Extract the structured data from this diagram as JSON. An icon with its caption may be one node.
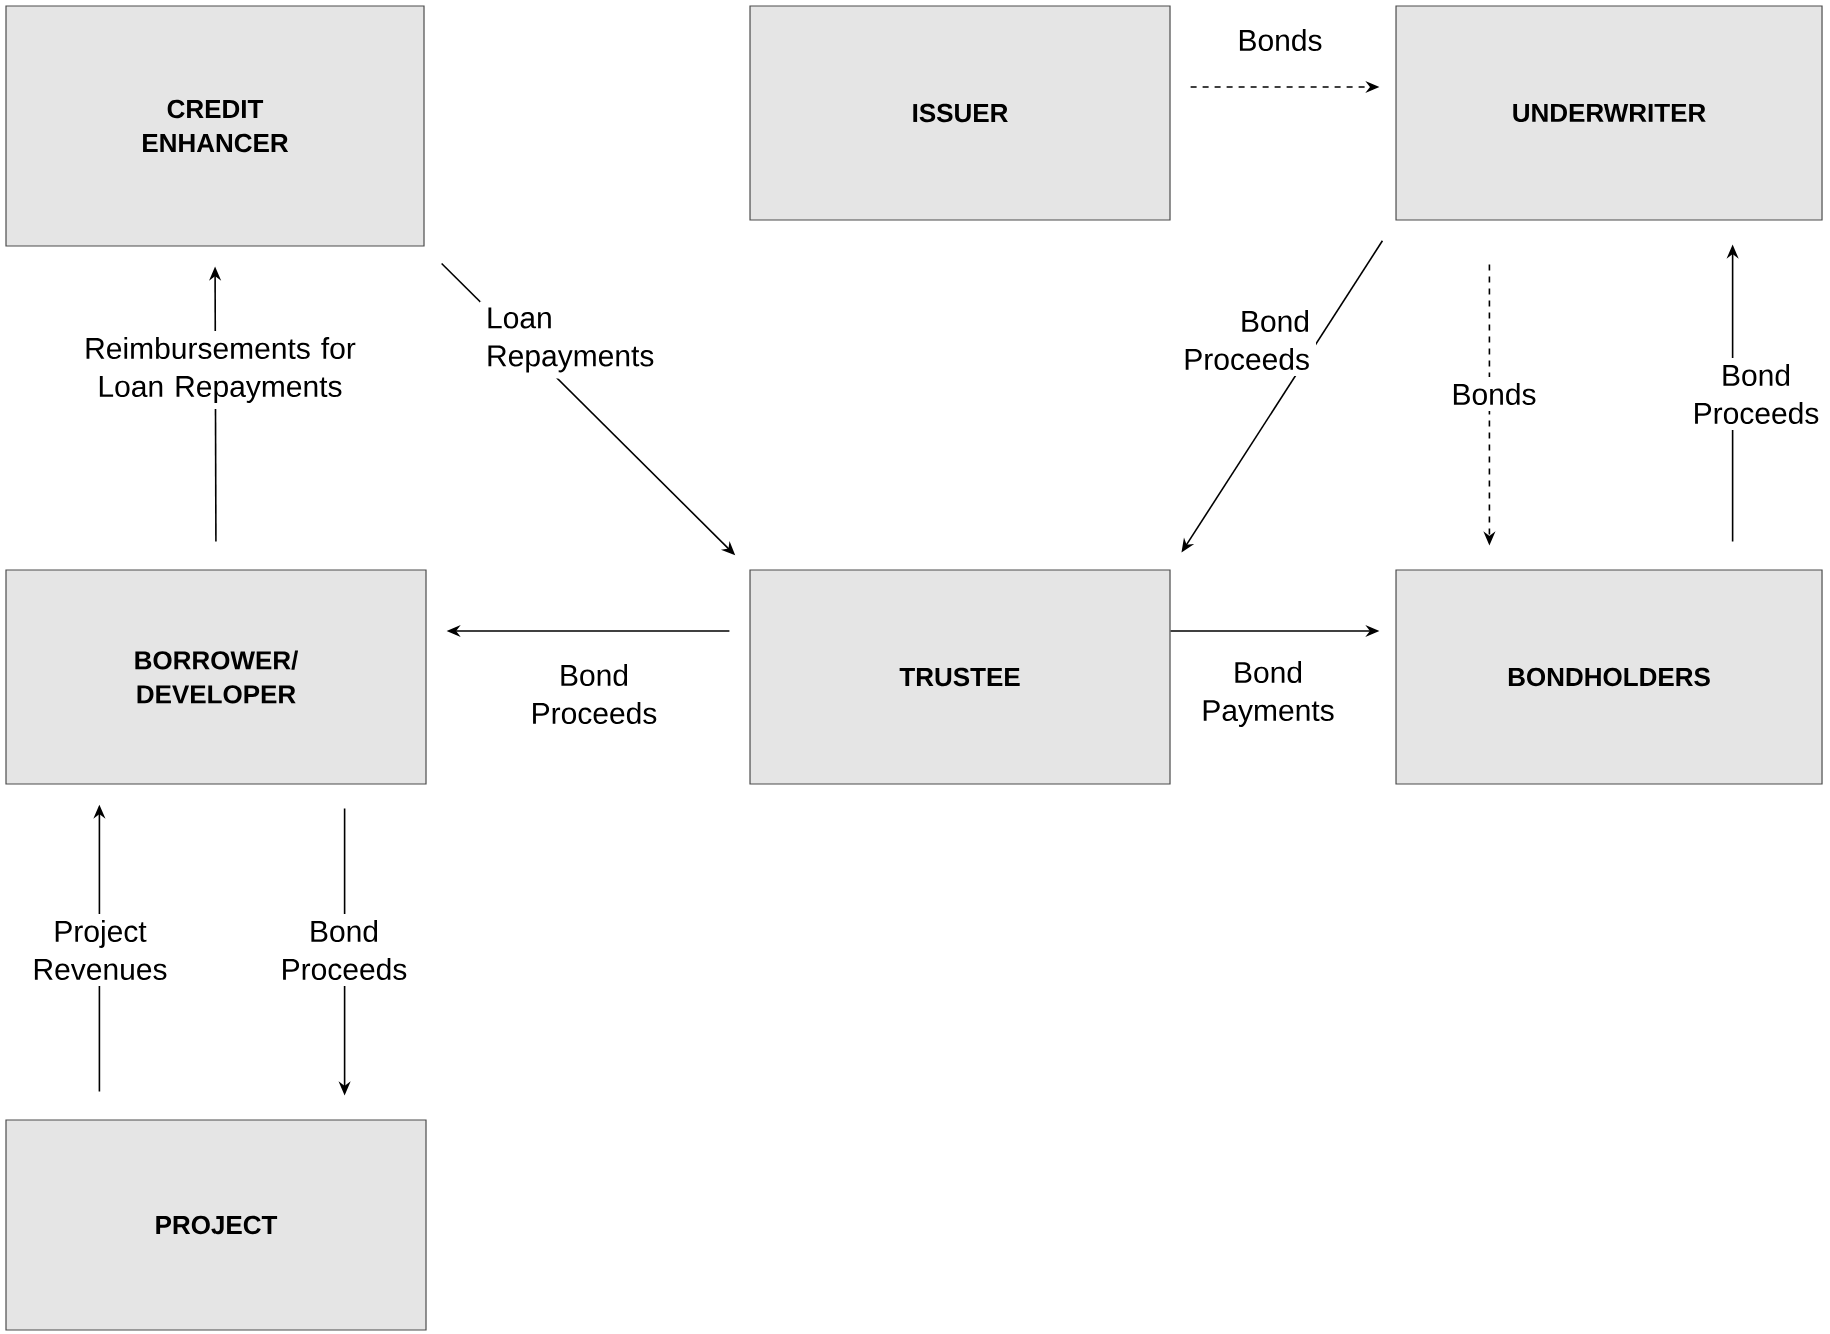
{
  "diagram": {
    "nodes": [
      {
        "text": [
          "CREDIT ENHANCER"
        ]
      },
      {
        "text": [
          "ISSUER"
        ]
      },
      {
        "text": [
          "UNDERWRITER"
        ]
      },
      {
        "text": [
          "BORROWER/ DEVELOPER"
        ]
      },
      {
        "text": [
          "TRUSTEE"
        ]
      },
      {
        "text": [
          "BONDHOLDERS"
        ]
      },
      {
        "text": [
          "PROJECT"
        ]
      }
    ],
    "edges": [
      {
        "from": 1,
        "to": 2,
        "arrow": "to",
        "label": "Bonds",
        "style": "dashed"
      },
      {
        "from": 0,
        "to": 4,
        "arrow": "to",
        "label": "Loan Repayments"
      },
      {
        "from": 2,
        "to": 4,
        "arrow": "to",
        "label": "Bond Proceeds"
      },
      {
        "from": 2,
        "to": 5,
        "arrow": "to",
        "label": "Bonds",
        "style": "dashed"
      },
      {
        "from": 5,
        "to": 2,
        "arrow": "to",
        "label": "Bond Proceeds"
      },
      {
        "from": 3,
        "to": 0,
        "arrow": "to",
        "label": "Reimbursements for Loan Repayments"
      },
      {
        "from": 4,
        "to": 3,
        "arrow": "to",
        "label": "Bond Proceeds"
      },
      {
        "from": 4,
        "to": 5,
        "arrow": "to",
        "label": "Bond Payments"
      },
      {
        "from": 6,
        "to": 3,
        "arrow": "to",
        "label": "Project Revenues"
      },
      {
        "from": 3,
        "to": 6,
        "arrow": "to",
        "label": "Bond Proceeds"
      }
    ]
  }
}
